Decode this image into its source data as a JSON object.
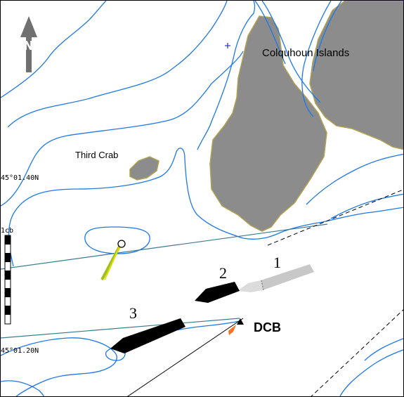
{
  "labels": {
    "island_name": "Colquhoun Islands",
    "rock_name": "Third Crab",
    "latitude_upper": "45°01.40N",
    "latitude_lower": "45°01.20N",
    "scale_unit": "1cb",
    "north_letter": "N",
    "vessel_1": "1",
    "vessel_2": "2",
    "vessel_3": "3",
    "marker": "DCB"
  },
  "colors": {
    "land": "#8c8c8c",
    "coastline": "#b0a050",
    "contour": "#1e78e6",
    "water": "#ffffff",
    "vessel_dark": "#000000",
    "vessel_light": "#c8c8c8",
    "heading_vector": "#ff7020",
    "north_arrow": "#707070"
  }
}
